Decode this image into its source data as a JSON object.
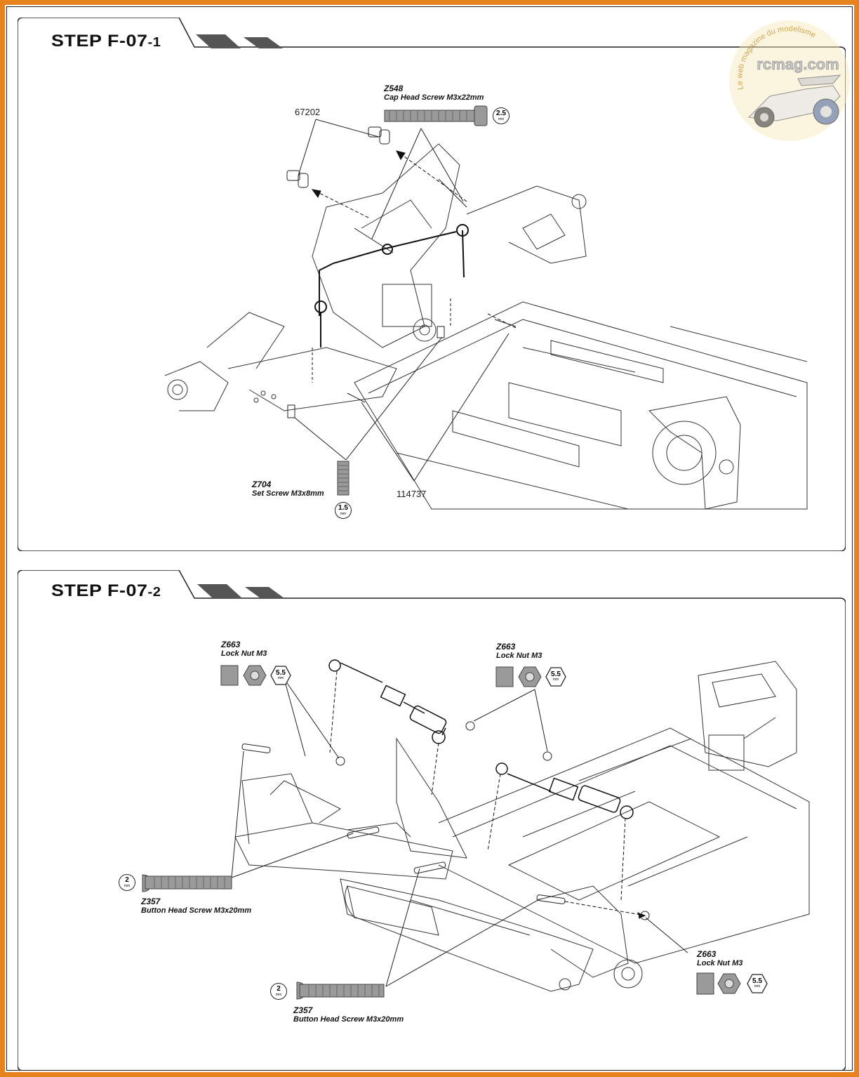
{
  "colors": {
    "frame": "#e8821e",
    "ink": "#111111",
    "partGray": "#9a9a9a"
  },
  "watermark": {
    "arc_text": "Le web magazine du modelisme",
    "brand": "rcmag.com"
  },
  "step1": {
    "title": "STEP F-07",
    "suffix": "-1",
    "parts": {
      "z548": {
        "code": "Z548",
        "desc": "Cap Head Screw M3x22mm",
        "tool_value": "2.5",
        "tool_unit": "mm"
      },
      "p67202": {
        "label": "67202"
      },
      "z704": {
        "code": "Z704",
        "desc": "Set Screw M3x8mm",
        "tool_value": "1.5",
        "tool_unit": "mm"
      },
      "p114737": {
        "label": "114737"
      }
    }
  },
  "step2": {
    "title": "STEP F-07",
    "suffix": "-2",
    "parts": {
      "z663_left": {
        "code": "Z663",
        "desc": "Lock Nut M3",
        "tool_value": "5.5",
        "tool_unit": "mm"
      },
      "z663_mid": {
        "code": "Z663",
        "desc": "Lock Nut M3",
        "tool_value": "5.5",
        "tool_unit": "mm"
      },
      "z663_right": {
        "code": "Z663",
        "desc": "Lock Nut M3",
        "tool_value": "5.5",
        "tool_unit": "mm"
      },
      "z357_left": {
        "code": "Z357",
        "desc": "Button Head Screw M3x20mm",
        "tool_value": "2",
        "tool_unit": "mm"
      },
      "z357_bottom": {
        "code": "Z357",
        "desc": "Button Head Screw M3x20mm",
        "tool_value": "2",
        "tool_unit": "mm"
      }
    }
  }
}
